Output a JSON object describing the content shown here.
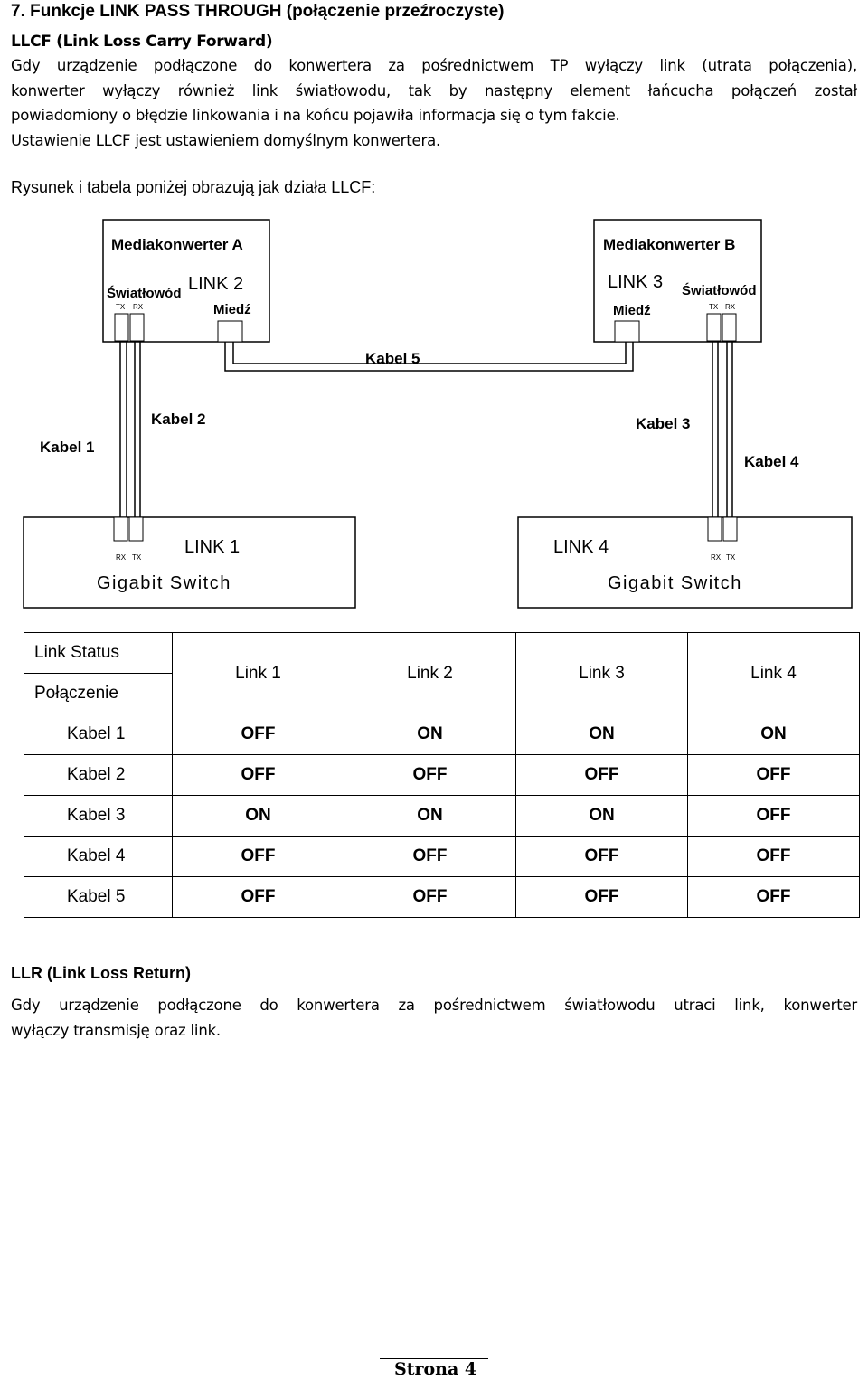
{
  "heading": "7. Funkcje LINK PASS THROUGH (połączenie przeźroczyste)",
  "llcf": {
    "title": "LLCF (Link Loss Carry Forward)",
    "lines": [
      "Gdy urządzenie podłączone do konwertera za pośrednictwem TP wyłączy link (utrata połączenia),",
      "konwerter wyłączy również link światłowodu, tak by następny element łańcucha połączeń został",
      "powiadomiony o błędzie linkowania i na końcu pojawiła informacja się o tym fakcie.",
      "Ustawienie LLCF jest ustawieniem domyślnym konwertera."
    ]
  },
  "intro": "Rysunek i tabela poniżej obrazują jak działa LLCF:",
  "diagram": {
    "converter_a": {
      "title": "Mediakonwerter A",
      "link": "LINK 2",
      "fiber": "Światłowód",
      "copper": "Miedź",
      "tx": "TX",
      "rx": "RX"
    },
    "converter_b": {
      "title": "Mediakonwerter B",
      "link": "LINK 3",
      "fiber": "Światłowód",
      "copper": "Miedź",
      "tx": "TX",
      "rx": "RX"
    },
    "switch_1": {
      "link": "LINK 1",
      "name": "Gigabit Switch",
      "rx": "RX",
      "tx": "TX"
    },
    "switch_4": {
      "link": "LINK 4",
      "name": "Gigabit Switch",
      "rx": "RX",
      "tx": "TX"
    },
    "cables": {
      "k1": "Kabel 1",
      "k2": "Kabel 2",
      "k3": "Kabel 3",
      "k4": "Kabel 4",
      "k5": "Kabel 5"
    }
  },
  "table": {
    "header_top": "Link Status",
    "header_bottom": "Połączenie",
    "columns": [
      "Link 1",
      "Link 2",
      "Link 3",
      "Link 4"
    ],
    "rows": [
      {
        "label": "Kabel 1",
        "values": [
          "OFF",
          "ON",
          "ON",
          "ON"
        ]
      },
      {
        "label": "Kabel 2",
        "values": [
          "OFF",
          "OFF",
          "OFF",
          "OFF"
        ]
      },
      {
        "label": "Kabel 3",
        "values": [
          "ON",
          "ON",
          "ON",
          "OFF"
        ]
      },
      {
        "label": "Kabel 4",
        "values": [
          "OFF",
          "OFF",
          "OFF",
          "OFF"
        ]
      },
      {
        "label": "Kabel 5",
        "values": [
          "OFF",
          "OFF",
          "OFF",
          "OFF"
        ]
      }
    ]
  },
  "llr": {
    "title": "LLR (Link Loss Return)",
    "lines": [
      "Gdy urządzenie podłączone do konwertera za pośrednictwem światłowodu utraci link, konwerter",
      "wyłączy transmisję oraz link."
    ]
  },
  "footer": "Strona 4"
}
